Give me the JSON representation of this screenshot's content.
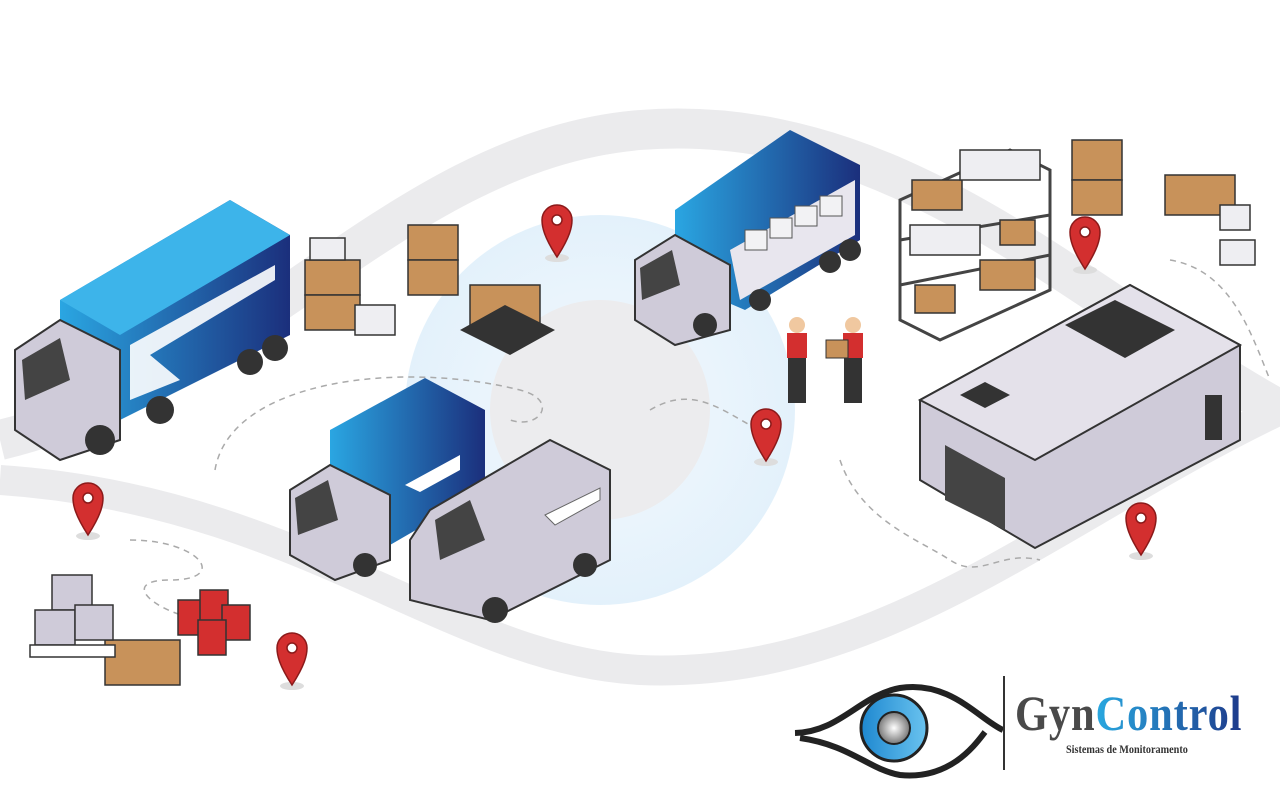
{
  "logo": {
    "brand_part1": "Gyn",
    "brand_part2": "Control",
    "tagline": "Sistemas de Monitoramento"
  },
  "colors": {
    "truck_blue": "#1f6fc4",
    "truck_dark": "#1a2f7a",
    "pin_red": "#d32f2f",
    "box_tan": "#c8925a",
    "vehicle_gray": "#cfcbd9",
    "background_arc": "#ebebed"
  }
}
